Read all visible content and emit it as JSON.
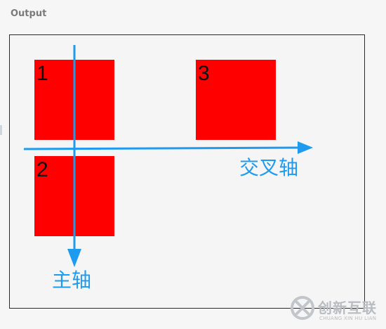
{
  "header": {
    "title": "Output"
  },
  "boxes": [
    {
      "number": "1",
      "color": "#ff0000"
    },
    {
      "number": "2",
      "color": "#ff0000"
    },
    {
      "number": "3",
      "color": "#ff0000"
    }
  ],
  "axes": {
    "main_axis_label": "主轴",
    "cross_axis_label": "交叉轴",
    "color": "#1e9bef"
  },
  "watermark": {
    "text": "创新互联",
    "subtext": "CHUANG XIN HU LIAN"
  }
}
